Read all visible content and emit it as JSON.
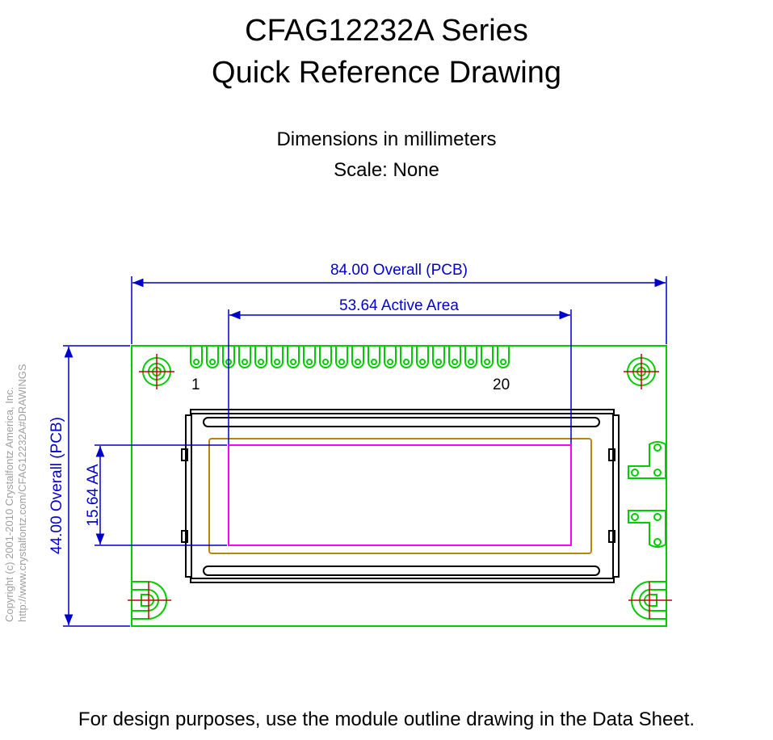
{
  "title_line1": "CFAG12232A Series",
  "title_line2": "Quick Reference Drawing",
  "subtitle_line1": "Dimensions in millimeters",
  "subtitle_line2": "Scale: None",
  "dimensions": {
    "overall_width": "84.00 Overall (PCB)",
    "active_area_width": "53.64 Active Area",
    "overall_height": "44.00 Overall (PCB)",
    "active_area_height": "15.64 AA"
  },
  "pins": {
    "first": "1",
    "last": "20",
    "count": 20
  },
  "copyright_line1": "Copyright (c) 2001-2010 Crystalfontz America, Inc.",
  "copyright_line2": "http://www.crystalfontz.com/CFAG12232A#DRAWINGS",
  "footer": "For design purposes, use the module outline drawing in the Data Sheet.",
  "colors": {
    "pcb_outline": "#00cc00",
    "dimension": "#0000cc",
    "bezel": "#000000",
    "viewing_area": "#b8860b",
    "active_area": "#ff00ff",
    "center_mark": "#cc0000",
    "copyright": "#a0a0a0"
  }
}
